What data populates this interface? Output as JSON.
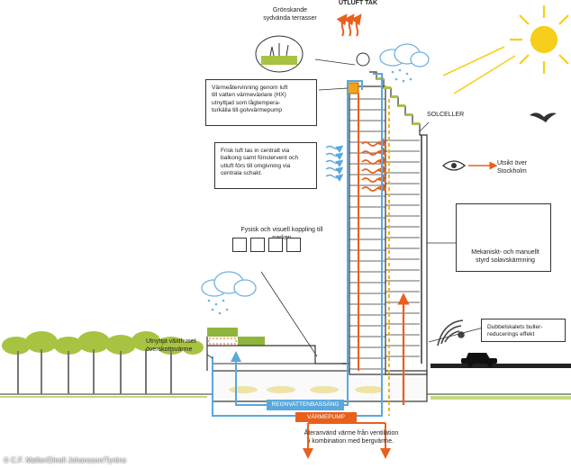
{
  "labels": {
    "top_air": "UTLUFT TAK",
    "green_terraces": "Grönskande\nsydvända terrasser",
    "solar": "SOLCELLER",
    "heat_recovery": "Värmeåtervinning genom luft\ntill vatten värmeväxlare (HX)\nutnyttjad som lågtempera-\nturkälla till golvvärmepump",
    "fresh_air": "Frisk luft tas in centralt via\nbalkong samt fönstervent och\nutluft förs till omgivning via\ncentrala schakt.",
    "view": "Utsikt över\nStockholm",
    "park_link": "Fysisk och visuell koppling till parken",
    "shading": "Mekaniskt- och manuellt\nstyrd solavskärmning",
    "greenhouse": "Utnyttja växthuset\növerskottsvärme",
    "double_facade": "Dubbelskalets buller-\nreducerings effekt",
    "rainwater": "REGNVATTENBASSÄNG",
    "heat_pump": "VÄRMEPUMP",
    "reuse_heat": "Återanvänd värme från ventilation\ni kombination med bergvärme.",
    "credit": "© C.F. Møller/Dinell Johansson/Tyréns"
  },
  "colors": {
    "orange": "#e8601c",
    "blue": "#5aa8dc",
    "green": "#8fb63c",
    "sun": "#f6cf1d",
    "dashed_yellow": "#f3b41b"
  },
  "icons": [
    "sun-icon",
    "cloud-rain-icon",
    "bird-icon",
    "eye-icon",
    "car-icon",
    "sound-wave-icon",
    "tree-icon"
  ]
}
